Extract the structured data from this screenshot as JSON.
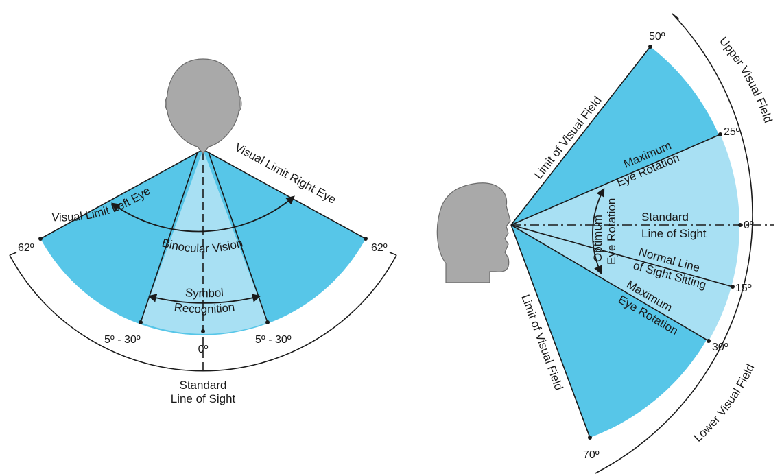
{
  "colors": {
    "field_dark": "#57c6e8",
    "field_light": "#a8e0f3",
    "head": "#a9a9a9",
    "line": "#1a1a1a"
  },
  "left": {
    "visual_limit_left": "Visual Limit Left Eye",
    "visual_limit_right": "Visual Limit Right Eye",
    "binocular_vision": "Binocular Vision",
    "symbol": "Symbol",
    "recognition": "Recognition",
    "deg_62_left": "62º",
    "deg_62_right": "62º",
    "deg_5_30_left": "5º - 30º",
    "deg_5_30_right": "5º - 30º",
    "deg_0": "0º",
    "standard_line_1": "Standard",
    "standard_line_2": "Line of Sight"
  },
  "right": {
    "limit_upper": "Limit of Visual Field",
    "limit_lower": "Limit of Visual Field",
    "upper_field": "Upper Visual Field",
    "lower_field": "Lower Visual Field",
    "max_rot_up_1": "Maximum",
    "max_rot_up_2": "Eye Rotation",
    "standard_1": "Standard",
    "standard_2": "Line of Sight",
    "normal_1": "Normal Line",
    "normal_2": "of Sight Sitting",
    "max_rot_down_1": "Maximum",
    "max_rot_down_2": "Eye Rotation",
    "optimum_1": "Optimum",
    "optimum_2": "Eye Rotation",
    "deg_50": "50º",
    "deg_25": "25º",
    "deg_0": "0º",
    "deg_15": "15º",
    "deg_30": "30º",
    "deg_70": "70º"
  }
}
